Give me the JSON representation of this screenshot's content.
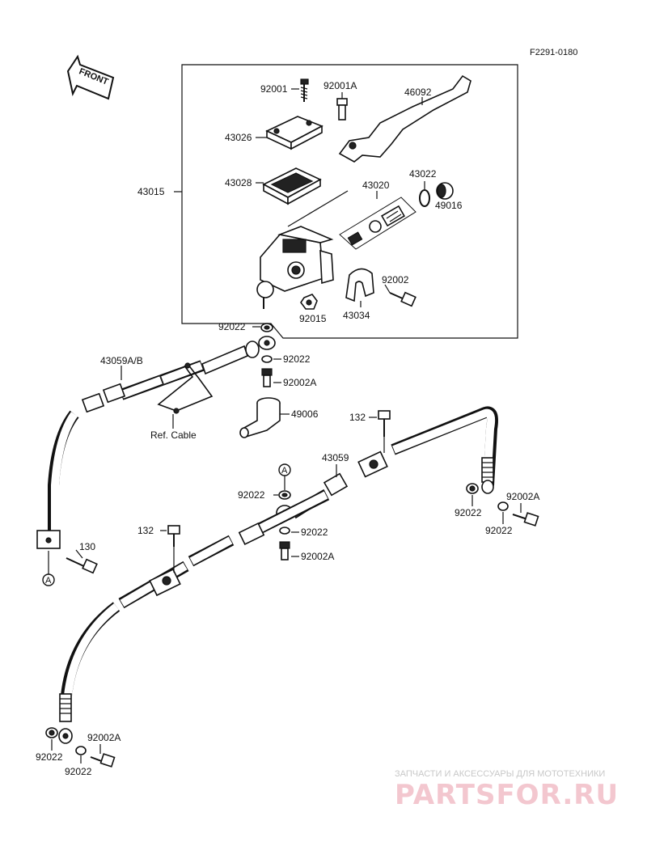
{
  "diagram_code": "F2291-0180",
  "front_label": "FRONT",
  "parts": {
    "p92001": "92001",
    "p92001A": "92001A",
    "p46092": "46092",
    "p43026": "43026",
    "p43028": "43028",
    "p43015": "43015",
    "p43022": "43022",
    "p43020": "43020",
    "p49016": "49016",
    "p92002_top": "92002",
    "p92015": "92015",
    "p43034": "43034",
    "p92022_a": "92022",
    "p92022_b": "92022",
    "p92002A_a": "92002A",
    "p43059AB": "43059A/B",
    "ref_cable": "Ref. Cable",
    "p49006": "49006",
    "p132_right": "132",
    "p43059": "43059",
    "p92022_c": "92022",
    "p92022_d": "92022",
    "p92002A_b": "92002A",
    "p92022_e": "92022",
    "p92022_f": "92022",
    "p92002A_c": "92002A",
    "p132_left": "132",
    "p130": "130",
    "p92022_g": "92022",
    "p92022_h": "92022",
    "p92002A_d": "92002A",
    "circle_a1": "A",
    "circle_a2": "A"
  },
  "watermark": {
    "tagline": "ЗАПЧАСТИ И АКСЕССУАРЫ ДЛЯ МОТОТЕХНИКИ",
    "brand": "PARTSFOR.RU"
  }
}
